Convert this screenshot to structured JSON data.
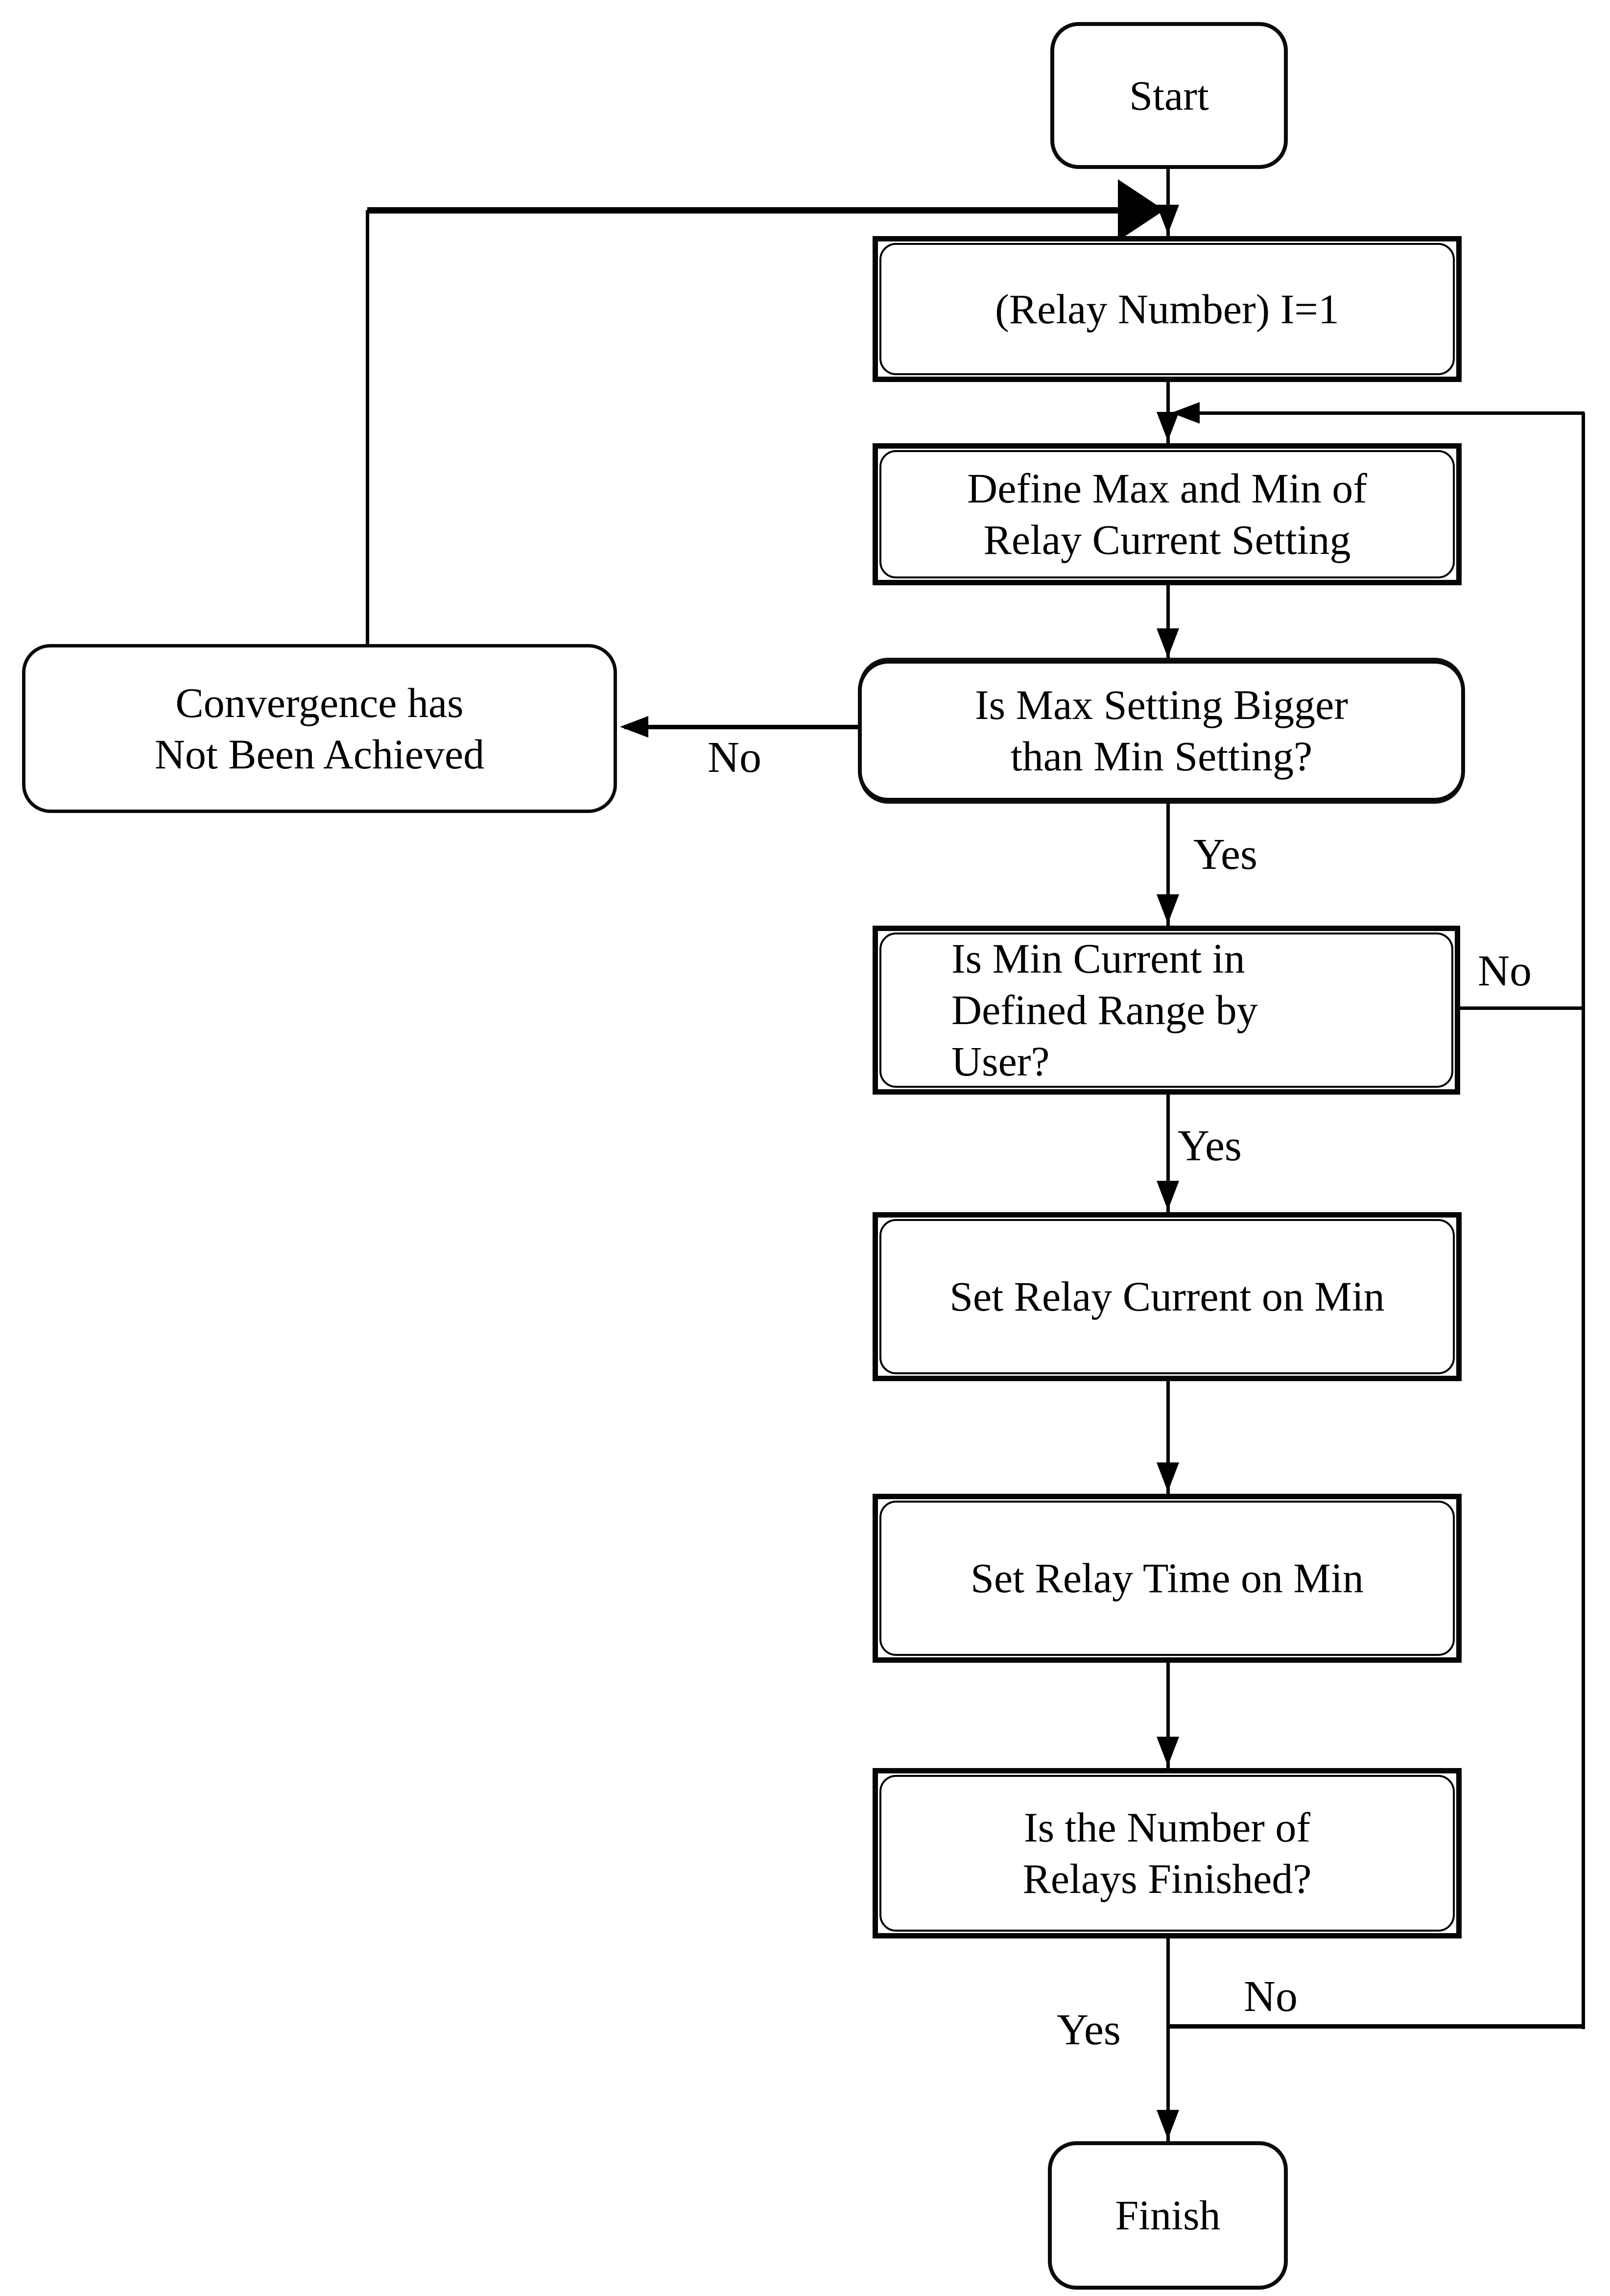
{
  "nodes": {
    "start": {
      "label": "Start"
    },
    "relay_number": {
      "label": "(Relay Number) I=1"
    },
    "define_max_min": {
      "label": "Define Max and Min of\nRelay Current Setting"
    },
    "max_bigger": {
      "label": "Is Max Setting Bigger\nthan Min Setting?"
    },
    "convergence": {
      "label": "Convergence has\nNot Been Achieved"
    },
    "min_current": {
      "label": "Is Min Current in\nDefined Range by\nUser?"
    },
    "set_current": {
      "label": "Set Relay Current on Min"
    },
    "set_time": {
      "label": "Set Relay Time on Min"
    },
    "relays_finished": {
      "label": "Is the Number of\nRelays Finished?"
    },
    "finish": {
      "label": "Finish"
    }
  },
  "edge_labels": {
    "max_setting_no": "No",
    "max_setting_yes": "Yes",
    "min_current_no": "No",
    "min_current_yes": "Yes",
    "relays_finished_no": "No",
    "relays_finished_yes": "Yes"
  },
  "colors": {
    "line": "#000000",
    "background": "#ffffff",
    "text": "#000000"
  }
}
